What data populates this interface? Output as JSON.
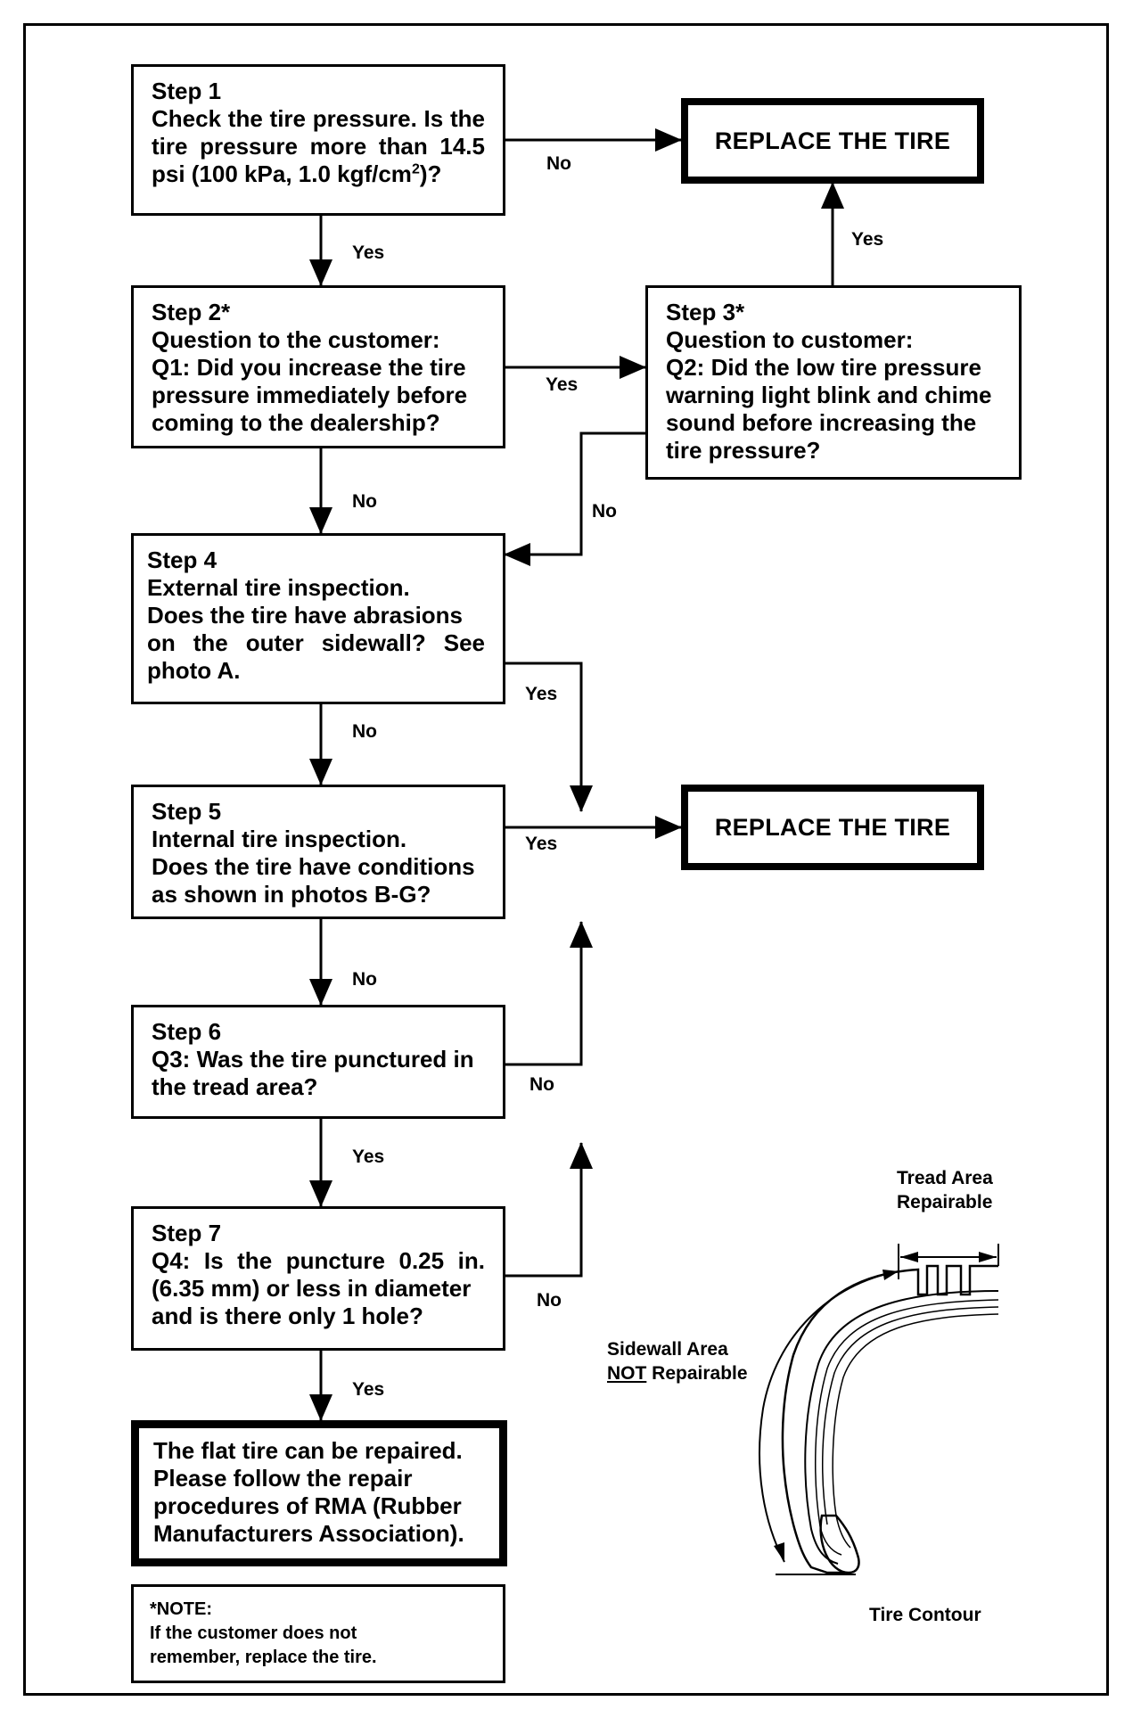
{
  "steps": {
    "step1": {
      "title": "Step 1",
      "lines": [
        "Check the tire pressure. Is the",
        "tire pressure more than 14.5"
      ],
      "last_pre": "psi (100 kPa, 1.0 kgf/cm",
      "last_sup": "2",
      "last_post": ")?"
    },
    "step2": {
      "title": "Step 2*",
      "lines": [
        "Question to the customer:",
        "Q1: Did you increase the tire",
        "pressure immediately before",
        "coming to the dealership?"
      ]
    },
    "step3": {
      "title": "Step 3*",
      "lines": [
        "Question to customer:",
        "Q2: Did the low tire pressure",
        "warning light blink and chime",
        "sound before increasing the",
        "tire pressure?"
      ]
    },
    "step4": {
      "title": "Step 4",
      "lines": [
        "External tire inspection.",
        "Does the tire have abrasions",
        "on the outer sidewall? See",
        "photo A."
      ]
    },
    "step5": {
      "title": "Step 5",
      "lines": [
        "Internal tire inspection.",
        "Does the tire have conditions",
        "as shown in photos B-G?"
      ]
    },
    "step6": {
      "title": "Step 6",
      "lines": [
        "Q3: Was the tire punctured in",
        "the tread area?"
      ]
    },
    "step7": {
      "title": "Step 7",
      "lines": [
        "Q4: Is the puncture 0.25 in.",
        "(6.35 mm) or less in diameter",
        "and is there only 1 hole?"
      ]
    }
  },
  "replace_label": "REPLACE THE TIRE",
  "repair": {
    "lines": [
      "The flat tire can be repaired.",
      "Please follow the repair",
      "procedures of RMA (Rubber",
      "Manufacturers Association)."
    ]
  },
  "note": {
    "heading": "*NOTE:",
    "lines": [
      "If the customer does not",
      "remember, replace the tire."
    ]
  },
  "labels": {
    "yes": "Yes",
    "no": "No"
  },
  "figure": {
    "tread_area": "Tread Area",
    "tread_repairable": "Repairable",
    "sidewall_area": "Sidewall Area",
    "sidewall_not": "NOT",
    "sidewall_repairable": " Repairable",
    "tire_contour": "Tire Contour"
  }
}
